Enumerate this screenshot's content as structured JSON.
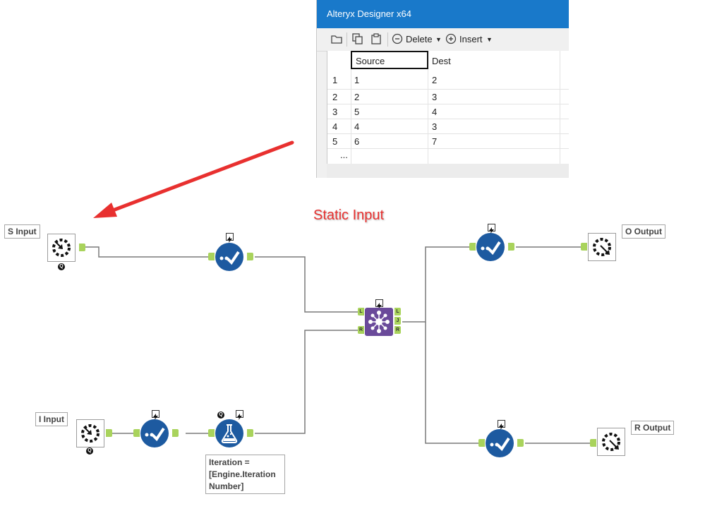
{
  "window": {
    "title": "Alteryx Designer x64",
    "toolbar": {
      "delete_label": "Delete",
      "insert_label": "Insert",
      "icons": [
        "folder-icon",
        "copy-icon",
        "paste-icon",
        "minus-circle-icon",
        "plus-circle-icon"
      ]
    },
    "table": {
      "columns": [
        "Source",
        "Dest"
      ],
      "rows": [
        {
          "num": "1",
          "source": "1",
          "dest": "2"
        },
        {
          "num": "2",
          "source": "2",
          "dest": "3"
        },
        {
          "num": "3",
          "source": "5",
          "dest": "4"
        },
        {
          "num": "4",
          "source": "4",
          "dest": "3"
        },
        {
          "num": "5",
          "source": "6",
          "dest": "7"
        }
      ],
      "ellipsis": "..."
    }
  },
  "annotation": {
    "title": "Static Input",
    "arrow_color": "#e8302f"
  },
  "workflow": {
    "s_input_label": "S Input",
    "i_input_label": "I Input",
    "o_output_label": "O Output",
    "r_output_label": "R Output",
    "formula_label": "Iteration = [Engine.Iteration Number]",
    "join_anchors_left": [
      "L",
      "R"
    ],
    "join_anchors_right": [
      "L",
      "J",
      "R"
    ],
    "badge_q": "Q",
    "colors": {
      "tool_blue": "#1d5aa0",
      "join_purple": "#6a4a9a",
      "anchor_green": "#a9d35c",
      "titlebar": "#1979ca"
    }
  }
}
